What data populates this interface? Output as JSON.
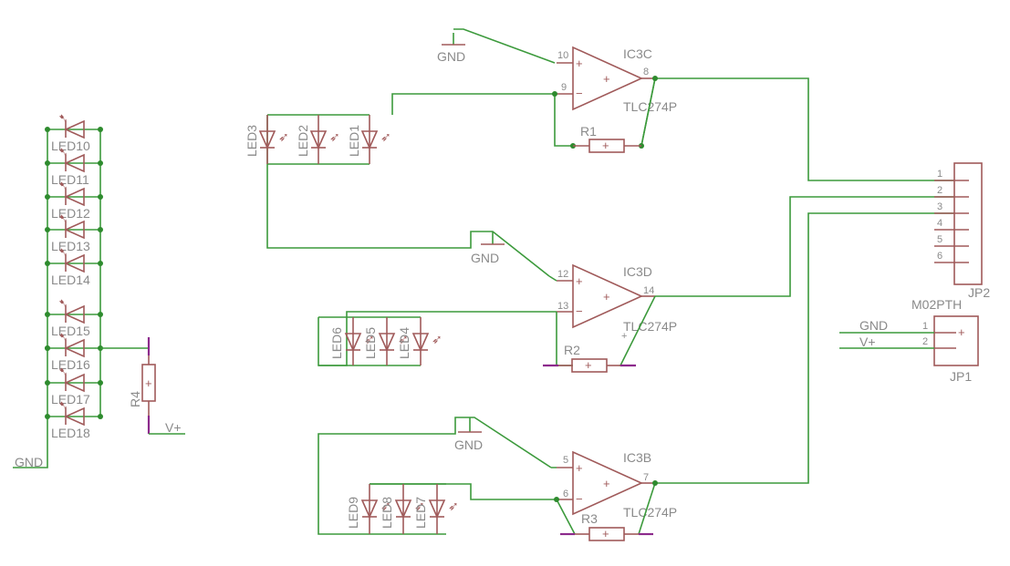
{
  "opamps": [
    {
      "name": "IC3C",
      "part": "TLC274P",
      "pin_plus": "10",
      "pin_minus": "9",
      "pin_out": "8"
    },
    {
      "name": "IC3D",
      "part": "TLC274P",
      "pin_plus": "12",
      "pin_minus": "13",
      "pin_out": "14"
    },
    {
      "name": "IC3B",
      "part": "TLC274P",
      "pin_plus": "5",
      "pin_minus": "6",
      "pin_out": "7"
    }
  ],
  "resistors": {
    "r1": "R1",
    "r2": "R2",
    "r3": "R3",
    "r4": "R4"
  },
  "leds": {
    "chain": [
      "LED10",
      "LED11",
      "LED12",
      "LED13",
      "LED14",
      "LED15",
      "LED16",
      "LED17",
      "LED18"
    ],
    "group1": [
      "LED3",
      "LED2",
      "LED1"
    ],
    "group2": [
      "LED6",
      "LED5",
      "LED4"
    ],
    "group3": [
      "LED9",
      "LED8",
      "LED7"
    ]
  },
  "nets": {
    "gnd": "GND",
    "vplus": "V+"
  },
  "connectors": {
    "jp2": {
      "name": "JP2",
      "pins": [
        "1",
        "2",
        "3",
        "4",
        "5",
        "6"
      ]
    },
    "jp1": {
      "name": "JP1",
      "value": "M02PTH",
      "pins": [
        "1",
        "2"
      ],
      "labels": [
        "GND",
        "V+"
      ]
    }
  },
  "symbols": {
    "plus": "+",
    "minus": "−"
  }
}
